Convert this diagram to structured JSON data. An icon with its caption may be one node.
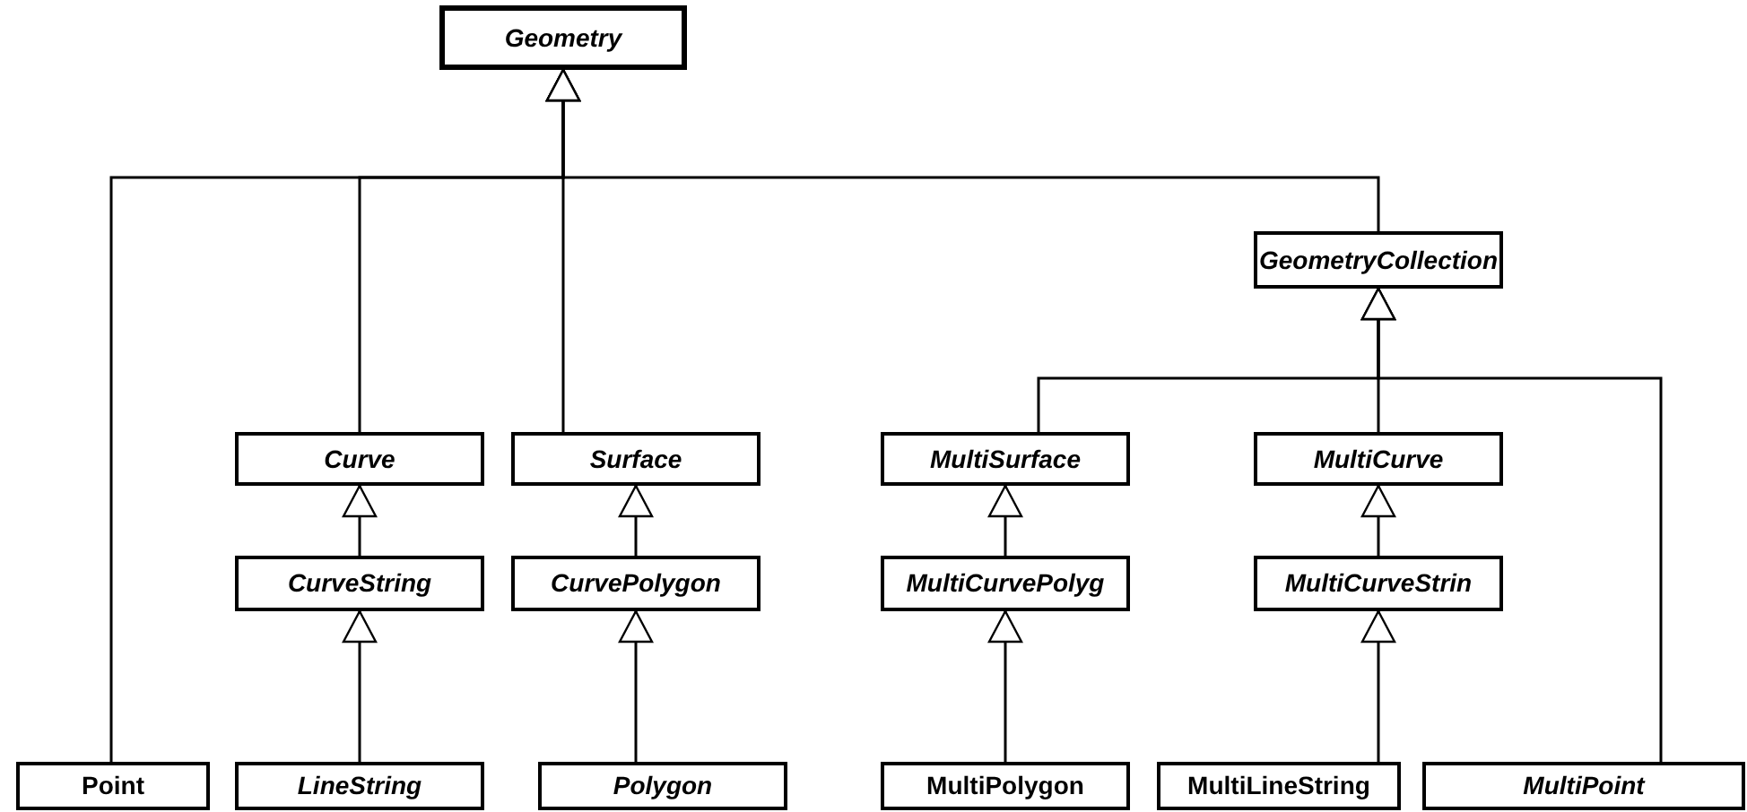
{
  "diagram": {
    "nodes": [
      {
        "text": [
          "Geometry"
        ]
      },
      {
        "text": [
          "GeometryCollection"
        ]
      },
      {
        "text": [
          "Curve"
        ]
      },
      {
        "text": [
          "Surface"
        ]
      },
      {
        "text": [
          "MultiSurface"
        ]
      },
      {
        "text": [
          "MultiCurve"
        ]
      },
      {
        "text": [
          "CurveString"
        ]
      },
      {
        "text": [
          "CurvePolygon"
        ]
      },
      {
        "text": [
          "MultiCurvePolyg"
        ]
      },
      {
        "text": [
          "MultiCurveStrin"
        ]
      },
      {
        "text": [
          "Point"
        ]
      },
      {
        "text": [
          "LineString"
        ]
      },
      {
        "text": [
          "Polygon"
        ]
      },
      {
        "text": [
          "MultiPolygon"
        ]
      },
      {
        "text": [
          "MultiLineString"
        ]
      },
      {
        "text": [
          "MultiPoint"
        ]
      }
    ],
    "edges": [
      {
        "from": 10,
        "to": 0,
        "arrow": "to"
      },
      {
        "from": 2,
        "to": 0,
        "arrow": "to"
      },
      {
        "from": 3,
        "to": 0,
        "arrow": "to"
      },
      {
        "from": 1,
        "to": 0,
        "arrow": "to"
      },
      {
        "from": 4,
        "to": 1,
        "arrow": "to"
      },
      {
        "from": 5,
        "to": 1,
        "arrow": "to"
      },
      {
        "from": 15,
        "to": 1,
        "arrow": "to"
      },
      {
        "from": 6,
        "to": 2,
        "arrow": "to"
      },
      {
        "from": 7,
        "to": 3,
        "arrow": "to"
      },
      {
        "from": 8,
        "to": 4,
        "arrow": "to"
      },
      {
        "from": 9,
        "to": 5,
        "arrow": "to"
      },
      {
        "from": 11,
        "to": 6,
        "arrow": "to"
      },
      {
        "from": 12,
        "to": 7,
        "arrow": "to"
      },
      {
        "from": 13,
        "to": 8,
        "arrow": "to"
      },
      {
        "from": 14,
        "to": 9,
        "arrow": "to"
      }
    ]
  }
}
